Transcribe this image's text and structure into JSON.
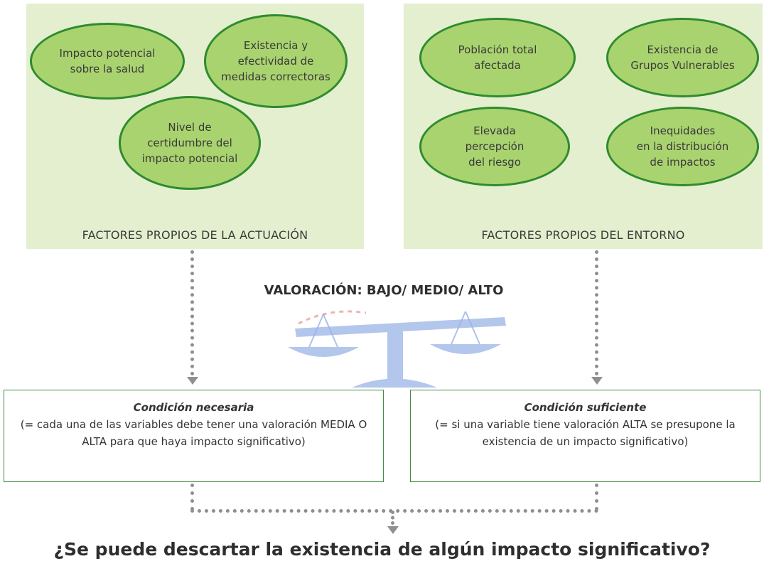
{
  "left_panel": {
    "factors": [
      "Impacto potencial\nsobre la salud",
      "Existencia y\nefectividad de\nmedidas correctoras",
      "Nivel de\ncertidumbre del\nimpacto potencial"
    ],
    "label": "FACTORES PROPIOS DE LA ACTUACIÓN"
  },
  "right_panel": {
    "factors": [
      "Población total\nafectada",
      "Existencia de\nGrupos Vulnerables",
      "Elevada\npercepción\ndel riesgo",
      "Inequidades\nen la distribución\nde impactos"
    ],
    "label": "FACTORES PROPIOS DEL ENTORNO"
  },
  "valoracion": "VALORACIÓN: BAJO/ MEDIO/ ALTO",
  "conditions": {
    "necesaria": {
      "title": "Condición necesaria",
      "text": "(= cada una de las variables debe tener una valoración MEDIA O ALTA para que haya impacto significativo)"
    },
    "suficiente": {
      "title": "Condición suficiente",
      "text": "(= si una variable tiene valoración ALTA se presupone la existencia de un impacto significativo)"
    }
  },
  "question": "¿Se puede descartar la existencia de algún impacto significativo?",
  "colors": {
    "panel_background": "#e4efcf",
    "ellipse_fill": "#a9d36f",
    "ellipse_border": "#2e8b2e",
    "connector": "#8f8f8f",
    "box_border": "#3e8a3e",
    "scale": "#9ab3e6"
  }
}
